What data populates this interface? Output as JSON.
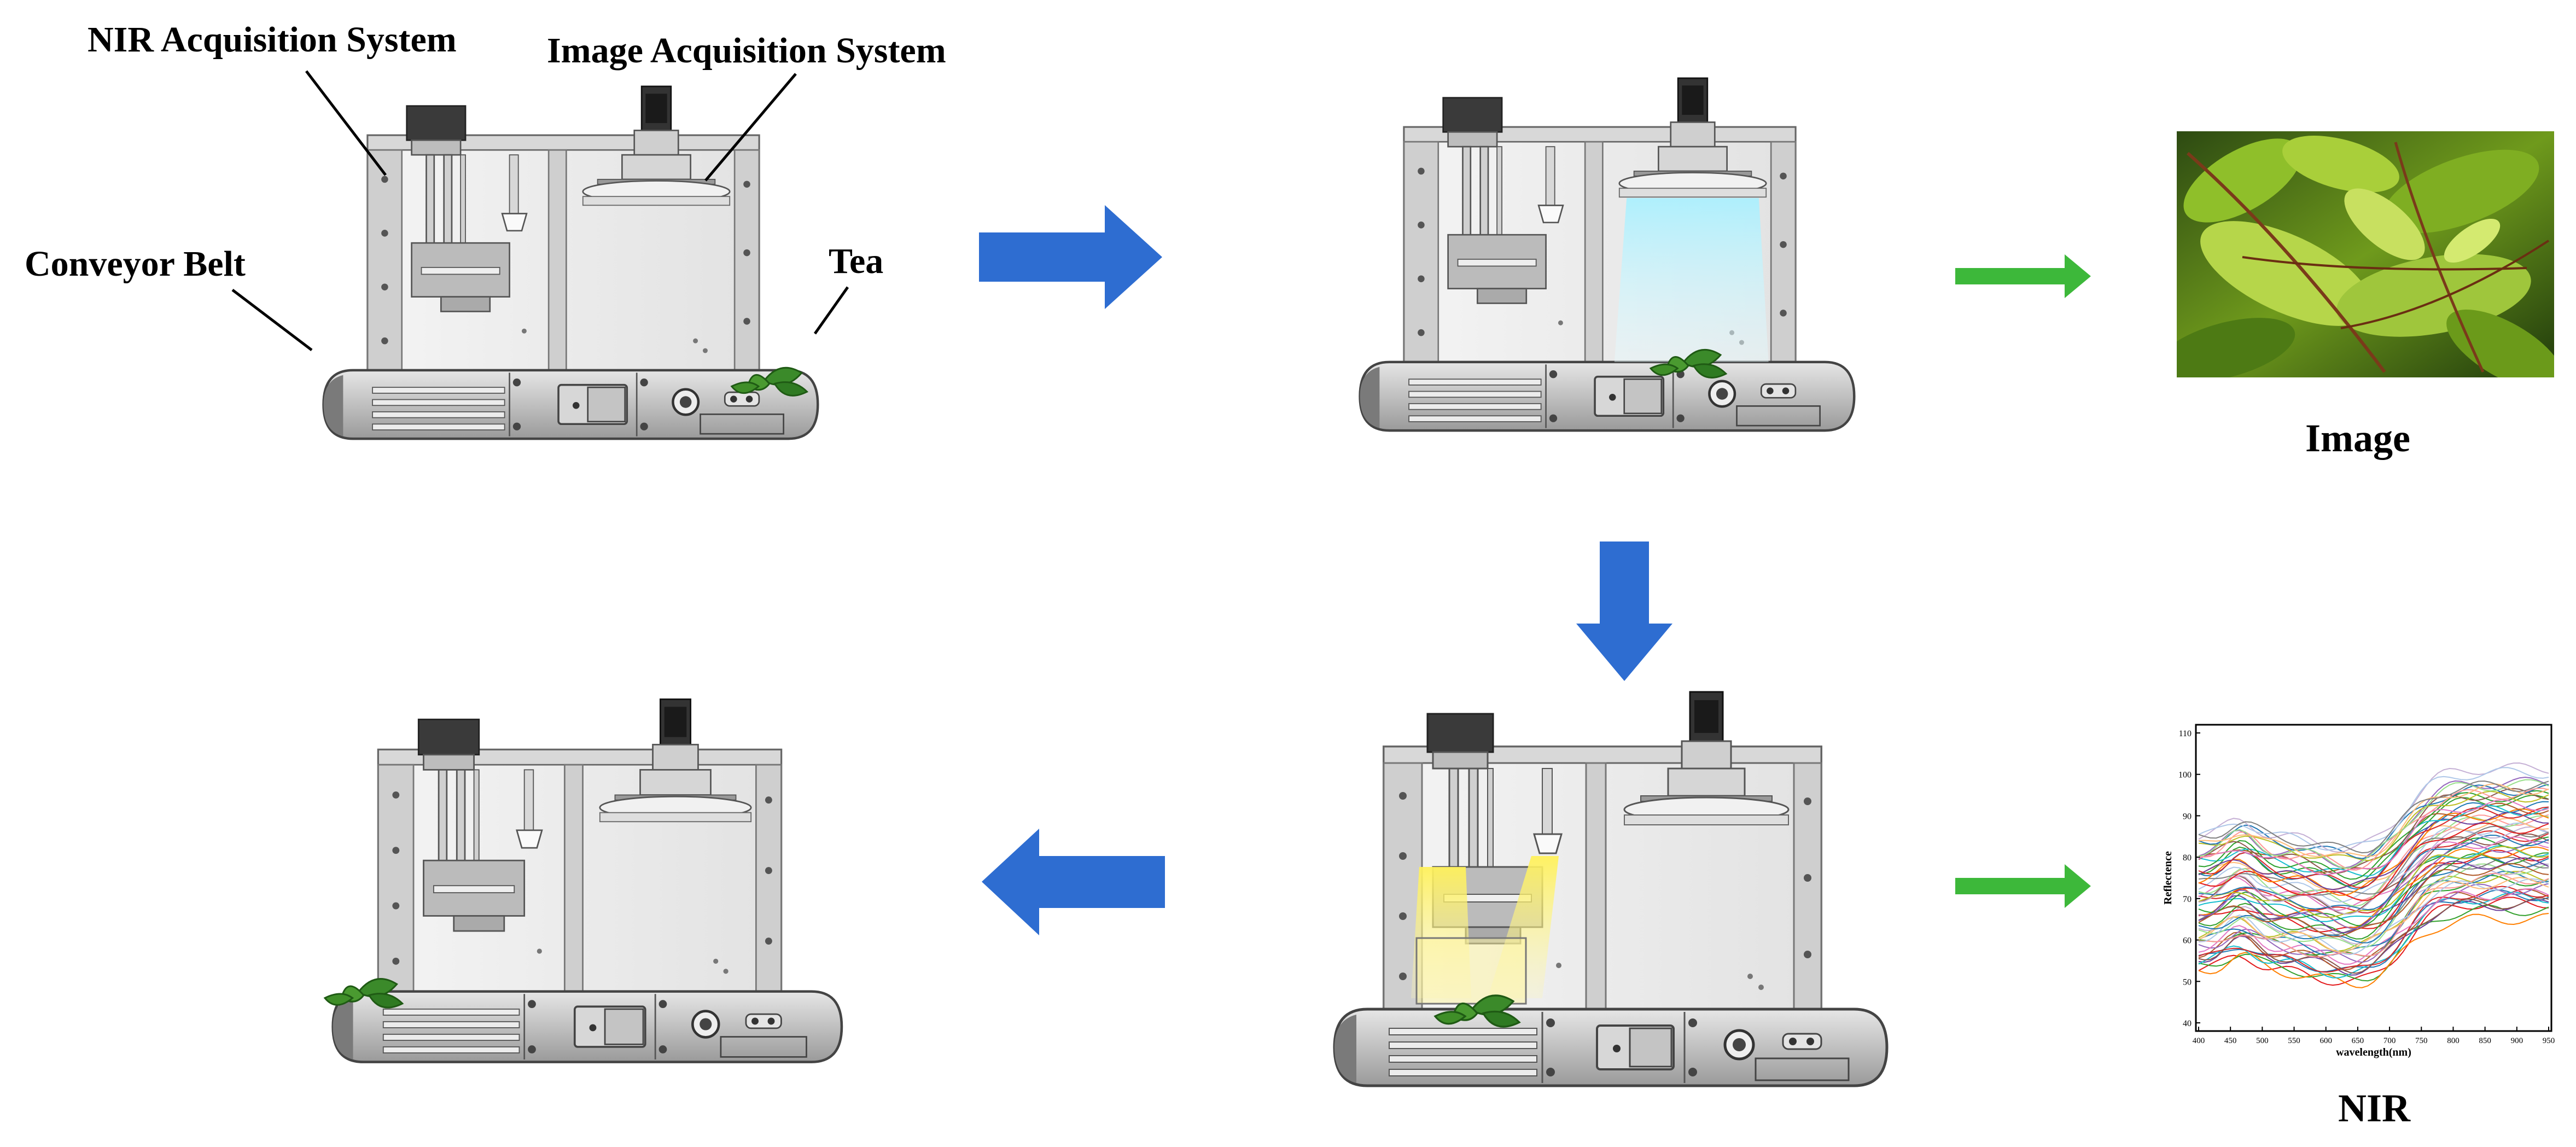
{
  "labels": {
    "nir_system": "NIR Acquisition System",
    "image_system": "Image Acquisition System",
    "conveyor_belt": "Conveyor Belt",
    "tea": "Tea",
    "image_caption": "Image",
    "nir_caption": "NIR"
  },
  "nir_chart": {
    "y_ticks": [
      "110",
      "100",
      "90",
      "80",
      "70",
      "60",
      "50",
      "40"
    ],
    "x_ticks": [
      "400",
      "450",
      "500",
      "550",
      "600",
      "650",
      "700",
      "750",
      "800",
      "850",
      "900",
      "950"
    ],
    "y_label": "Reflectence",
    "x_label": "wavelength(nm)"
  },
  "colors": {
    "blue_arrow": "#2E6DD1",
    "green_arrow": "#3DB83A",
    "machine_body": "#C9C9C9",
    "leaf": "#3B8A2A"
  }
}
